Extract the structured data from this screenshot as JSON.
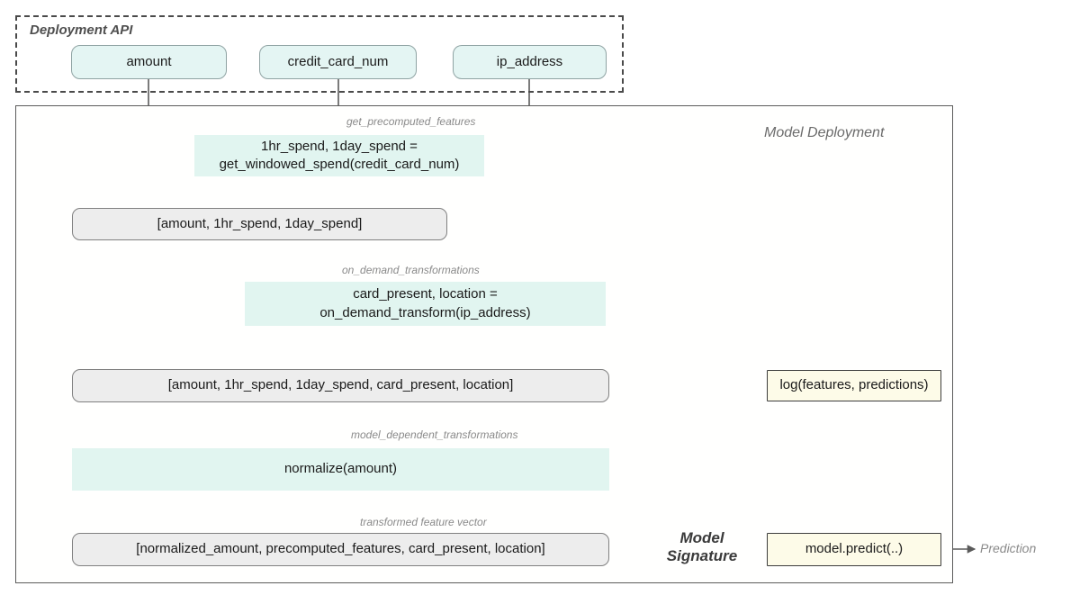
{
  "diagram": {
    "groups": {
      "deployment_api": {
        "title": "Deployment API"
      },
      "model_deployment": {
        "title": "Model Deployment"
      }
    },
    "inputs": [
      {
        "id": "amount",
        "label": "amount"
      },
      {
        "id": "credit_card_num",
        "label": "credit_card_num"
      },
      {
        "id": "ip_address",
        "label": "ip_address"
      }
    ],
    "transforms": [
      {
        "id": "get_windowed_spend",
        "label": "1hr_spend, 1day_spend  =\nget_windowed_spend(credit_card_num)"
      },
      {
        "id": "on_demand_transform",
        "label": "card_present, location =\non_demand_transform(ip_address)"
      },
      {
        "id": "normalize",
        "label": "normalize(amount)"
      }
    ],
    "vectors": [
      {
        "id": "vector_1",
        "label": "[amount, 1hr_spend, 1day_spend]"
      },
      {
        "id": "vector_2",
        "label": "[amount, 1hr_spend, 1day_spend, card_present, location]"
      },
      {
        "id": "vector_3",
        "label": "[normalized_amount, precomputed_features, card_present, location]"
      }
    ],
    "ops": [
      {
        "id": "log",
        "label": "log(features, predictions)"
      },
      {
        "id": "predict",
        "label": "model.predict(..)"
      }
    ],
    "edge_labels": [
      {
        "id": "get_precomputed_features",
        "text": "get_precomputed_features"
      },
      {
        "id": "on_demand_transformations",
        "text": "on_demand_transformations"
      },
      {
        "id": "model_dependent_transformations",
        "text": "model_dependent_transformations"
      },
      {
        "id": "transformed_feature_vector",
        "text": "transformed feature vector"
      }
    ],
    "annotations": [
      {
        "id": "model_signature",
        "text": "Model\nSignature"
      },
      {
        "id": "prediction",
        "text": "Prediction"
      }
    ],
    "colors": {
      "pill_fill": "#e4f5f3",
      "teal_fill": "#e1f5f0",
      "grey_fill": "#ededed",
      "cream_fill": "#fdfbe8",
      "arrow": "#5a5a5a",
      "label_text": "#8a8a8a"
    }
  }
}
